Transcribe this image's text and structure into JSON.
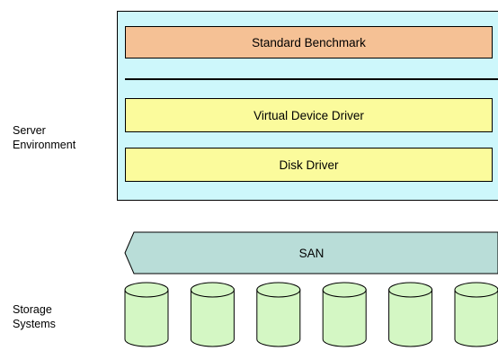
{
  "labels": {
    "server_environment": "Server\nEnvironment",
    "storage_systems": "Storage\nSystems"
  },
  "server_stack": {
    "benchmark": "Standard Benchmark",
    "virtual_device_driver": "Virtual Device Driver",
    "disk_driver": "Disk Driver"
  },
  "network": {
    "label": "SAN"
  },
  "storage": {
    "disk_count": 6
  },
  "colors": {
    "server_background": "#cdf7fb",
    "benchmark_fill": "#f5c195",
    "driver_fill": "#fbfb9c",
    "san_fill": "#b9ddd8",
    "disk_fill": "#d4f7c4",
    "outline": "#000000"
  }
}
